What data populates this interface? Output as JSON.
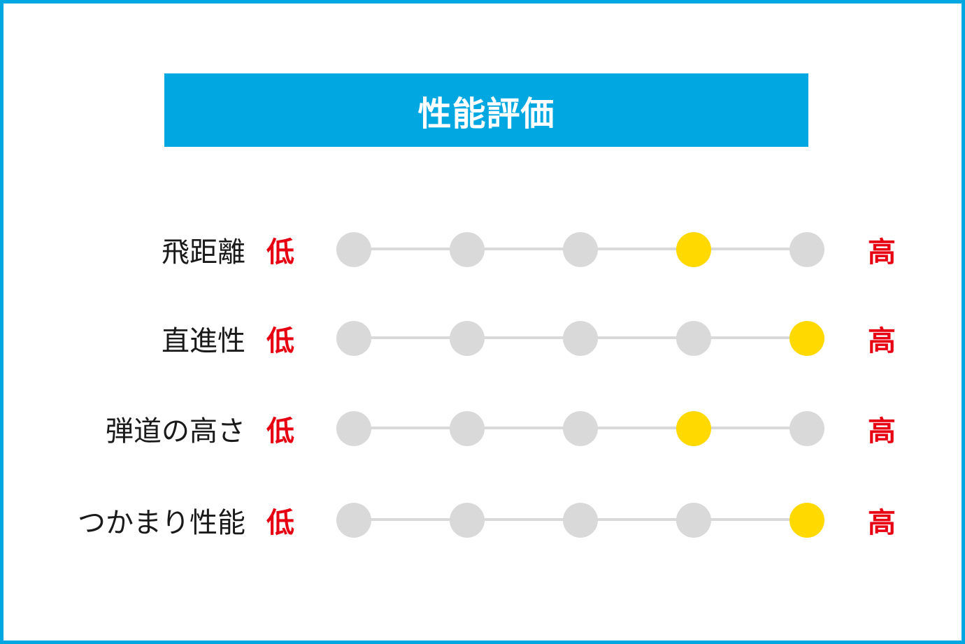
{
  "title": "性能評価",
  "scale": {
    "low_label": "低",
    "high_label": "高",
    "max": 5
  },
  "colors": {
    "accent": "#00a7e1",
    "low_high_text": "#e60012",
    "active_dot": "#ffd900",
    "inactive_dot": "#d9d9d9",
    "track": "#d9d9d9"
  },
  "ratings": [
    {
      "label": "飛距離",
      "value": 4
    },
    {
      "label": "直進性",
      "value": 5
    },
    {
      "label": "弾道の高さ",
      "value": 4
    },
    {
      "label": "つかまり性能",
      "value": 5
    }
  ]
}
